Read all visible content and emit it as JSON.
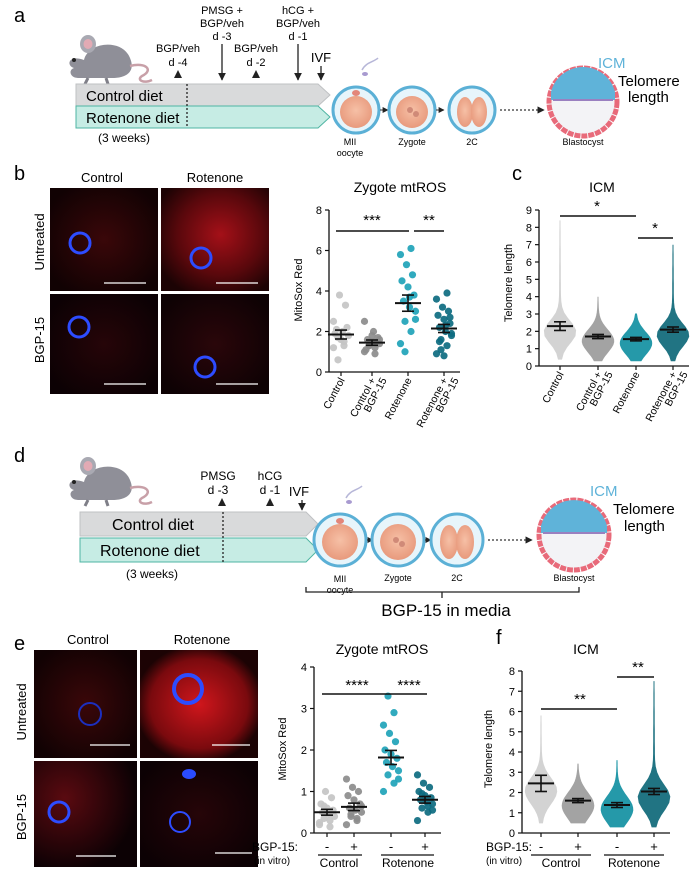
{
  "colors": {
    "control_bar": "#d9dadb",
    "rotenone_bar": "#c6ece4",
    "rotenone_border": "#4fb5a3",
    "control_points": "#c4c4c4",
    "control_bgp_points": "#8c8c8c",
    "rotenone_points": "#1fa3b8",
    "rotenone_bgp_points": "#0d6b80",
    "teal_violin": "#0e8ea0",
    "dark_teal_violin": "#0a6576",
    "icm": "#5fb3d9",
    "trophectoderm": "#e86a7a"
  },
  "panel_a": {
    "letter": "a",
    "timeline_labels": [
      {
        "text": "BGP/veh",
        "sub": "d -4"
      },
      {
        "text": "PMSG +",
        "line2": "BGP/veh",
        "sub": "d -3"
      },
      {
        "text": "BGP/veh",
        "sub": "d -2"
      },
      {
        "text": "hCG +",
        "line2": "BGP/veh",
        "sub": "d -1"
      }
    ],
    "ivf": "IVF",
    "control_diet": "Control diet",
    "rotenone_diet": "Rotenone diet",
    "duration": "(3 weeks)",
    "stages": [
      "MII",
      "oocyte",
      "Zygote",
      "2C",
      "Blastocyst"
    ],
    "icm": "ICM",
    "telomere": "Telomere",
    "length": "length"
  },
  "panel_b": {
    "letter": "b",
    "col_labels": [
      "Control",
      "Rotenone"
    ],
    "row_labels": [
      "Untreated",
      "BGP-15"
    ]
  },
  "panel_b_plot": {
    "title": "Zygote mtROS",
    "ylabel": "MitoSox Red",
    "sig": [
      "***",
      "**"
    ]
  },
  "panel_c": {
    "letter": "c",
    "title": "ICM",
    "ylabel": "Telomere length",
    "sig": [
      "*",
      "*"
    ]
  },
  "panel_d": {
    "letter": "d",
    "timeline_labels": [
      {
        "text": "PMSG",
        "sub": "d -3"
      },
      {
        "text": "hCG",
        "sub": "d -1"
      }
    ],
    "ivf": "IVF",
    "control_diet": "Control diet",
    "rotenone_diet": "Rotenone diet",
    "duration": "(3 weeks)",
    "stages": [
      "MII",
      "oocyte",
      "Zygote",
      "2C",
      "Blastocyst"
    ],
    "icm": "ICM",
    "telomere": "Telomere",
    "length": "length",
    "media_note": "BGP-15 in media"
  },
  "panel_e": {
    "letter": "e",
    "col_labels": [
      "Control",
      "Rotenone"
    ],
    "row_labels": [
      "Untreated",
      "BGP-15"
    ]
  },
  "panel_e_plot": {
    "title": "Zygote mtROS",
    "ylabel": "MitoSox Red",
    "sig": [
      "****",
      "****"
    ],
    "bgp_label": "BGP-15:",
    "in_vitro": "(in vitro)",
    "signs": [
      "-",
      "+",
      "-",
      "+"
    ],
    "groups": [
      "Control",
      "Rotenone"
    ]
  },
  "panel_f": {
    "letter": "f",
    "title": "ICM",
    "ylabel": "Telomere length",
    "sig": [
      "**",
      "**"
    ],
    "bgp_label": "BGP-15:",
    "in_vitro": "(in vitro)",
    "signs": [
      "-",
      "+",
      "-",
      "+"
    ],
    "groups": [
      "Control",
      "Rotenone"
    ]
  },
  "chart_data": [
    {
      "type": "scatter",
      "title": "Zygote mtROS",
      "ylabel": "MitoSox Red",
      "categories": [
        "Control",
        "Control + BGP-15",
        "Rotenone",
        "Rotenone + BGP-15"
      ],
      "ylim": [
        0,
        8
      ],
      "yticks": [
        0,
        2,
        4,
        6,
        8
      ],
      "means": [
        1.85,
        1.45,
        3.4,
        2.15
      ],
      "sem": [
        0.22,
        0.13,
        0.4,
        0.2
      ],
      "series": [
        {
          "values": [
            1.2,
            1.5,
            1.7,
            1.8,
            2.0,
            2.1,
            2.2,
            1.6,
            1.9,
            3.3,
            3.8,
            2.5,
            1.3,
            0.6
          ]
        },
        {
          "values": [
            1.0,
            1.2,
            1.3,
            1.4,
            1.5,
            1.6,
            1.7,
            1.8,
            1.1,
            1.4,
            1.5,
            2.5,
            0.9,
            1.3,
            1.6,
            2.0
          ]
        },
        {
          "values": [
            1.4,
            2.0,
            2.5,
            3.0,
            3.2,
            3.5,
            3.8,
            4.2,
            4.5,
            4.8,
            5.3,
            5.8,
            6.1,
            1.0,
            2.6,
            3.7
          ]
        },
        {
          "values": [
            0.9,
            1.3,
            1.6,
            1.8,
            2.0,
            2.2,
            2.4,
            2.6,
            2.8,
            3.0,
            3.2,
            3.6,
            3.9,
            1.1,
            1.9,
            2.3,
            1.5,
            2.7,
            0.8
          ]
        }
      ]
    },
    {
      "type": "violin",
      "title": "ICM",
      "ylabel": "Telomere length",
      "categories": [
        "Control",
        "Control + BGP-15",
        "Rotenone",
        "Rotenone + BGP-15"
      ],
      "ylim": [
        0,
        9
      ],
      "yticks": [
        0,
        1,
        2,
        3,
        4,
        5,
        6,
        7,
        8,
        9
      ],
      "means": [
        2.3,
        1.7,
        1.55,
        2.1
      ],
      "sem": [
        0.25,
        0.12,
        0.1,
        0.15
      ],
      "ranges": [
        [
          0.4,
          8.4
        ],
        [
          0.3,
          4.0
        ],
        [
          0.3,
          3.0
        ],
        [
          0.3,
          7.0
        ]
      ]
    },
    {
      "type": "scatter",
      "title": "Zygote mtROS",
      "ylabel": "MitoSox Red",
      "categories": [
        "Control -",
        "Control +",
        "Rotenone -",
        "Rotenone +"
      ],
      "ylim": [
        0,
        4
      ],
      "yticks": [
        0,
        1,
        2,
        3,
        4
      ],
      "means": [
        0.5,
        0.63,
        1.82,
        0.8
      ],
      "sem": [
        0.07,
        0.09,
        0.17,
        0.08
      ],
      "series": [
        {
          "values": [
            0.2,
            0.3,
            0.35,
            0.4,
            0.45,
            0.5,
            0.55,
            0.6,
            0.7,
            0.85,
            1.0,
            0.25,
            0.15,
            0.65
          ]
        },
        {
          "values": [
            0.2,
            0.3,
            0.4,
            0.5,
            0.55,
            0.6,
            0.7,
            0.8,
            0.9,
            1.0,
            1.1,
            1.3,
            0.35,
            0.45,
            0.65
          ]
        },
        {
          "values": [
            1.0,
            1.2,
            1.4,
            1.5,
            1.6,
            1.7,
            1.8,
            1.9,
            2.0,
            2.2,
            2.4,
            2.6,
            2.9,
            3.3,
            1.3
          ]
        },
        {
          "values": [
            0.3,
            0.5,
            0.6,
            0.7,
            0.75,
            0.8,
            0.85,
            0.9,
            1.0,
            1.1,
            1.2,
            1.4,
            0.65,
            0.95,
            0.55
          ]
        }
      ]
    },
    {
      "type": "violin",
      "title": "ICM",
      "ylabel": "Telomere length",
      "categories": [
        "Control -",
        "Control +",
        "Rotenone -",
        "Rotenone +"
      ],
      "ylim": [
        0,
        8
      ],
      "yticks": [
        0,
        1,
        2,
        3,
        4,
        5,
        6,
        7,
        8
      ],
      "means": [
        2.45,
        1.6,
        1.38,
        2.05
      ],
      "sem": [
        0.4,
        0.1,
        0.12,
        0.15
      ],
      "ranges": [
        [
          0.5,
          5.8
        ],
        [
          0.5,
          3.4
        ],
        [
          0.3,
          3.6
        ],
        [
          0.3,
          7.5
        ]
      ]
    }
  ]
}
